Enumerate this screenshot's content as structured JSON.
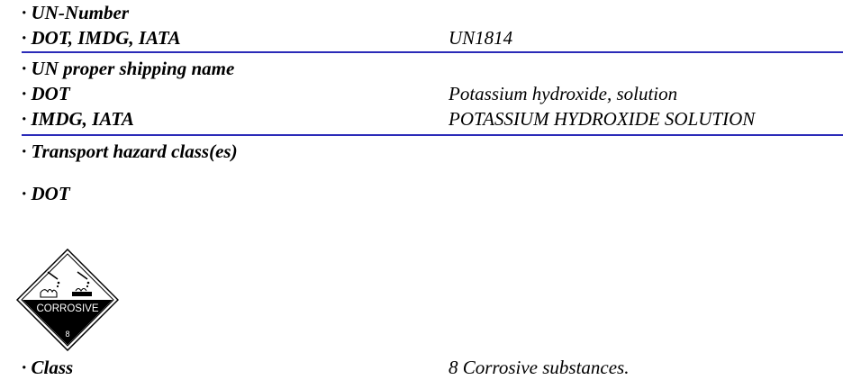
{
  "sections": {
    "un_number": {
      "heading": "· UN-Number",
      "modes_label": "· DOT, IMDG, IATA",
      "value": "UN1814"
    },
    "shipping_name": {
      "heading": "· UN proper shipping name",
      "dot_label": "· DOT",
      "dot_value": "Potassium hydroxide, solution",
      "imdg_iata_label": "· IMDG, IATA",
      "imdg_iata_value": "POTASSIUM HYDROXIDE SOLUTION"
    },
    "hazard_class": {
      "heading": "· Transport hazard class(es)",
      "dot_label": "· DOT",
      "placard": {
        "text": "CORROSIVE",
        "number": "8",
        "icon": "corrosive-placard-icon"
      },
      "class_label": "· Class",
      "class_value": "8 Corrosive substances."
    }
  },
  "colors": {
    "rule": "#2b2bb8",
    "text": "#000000"
  }
}
